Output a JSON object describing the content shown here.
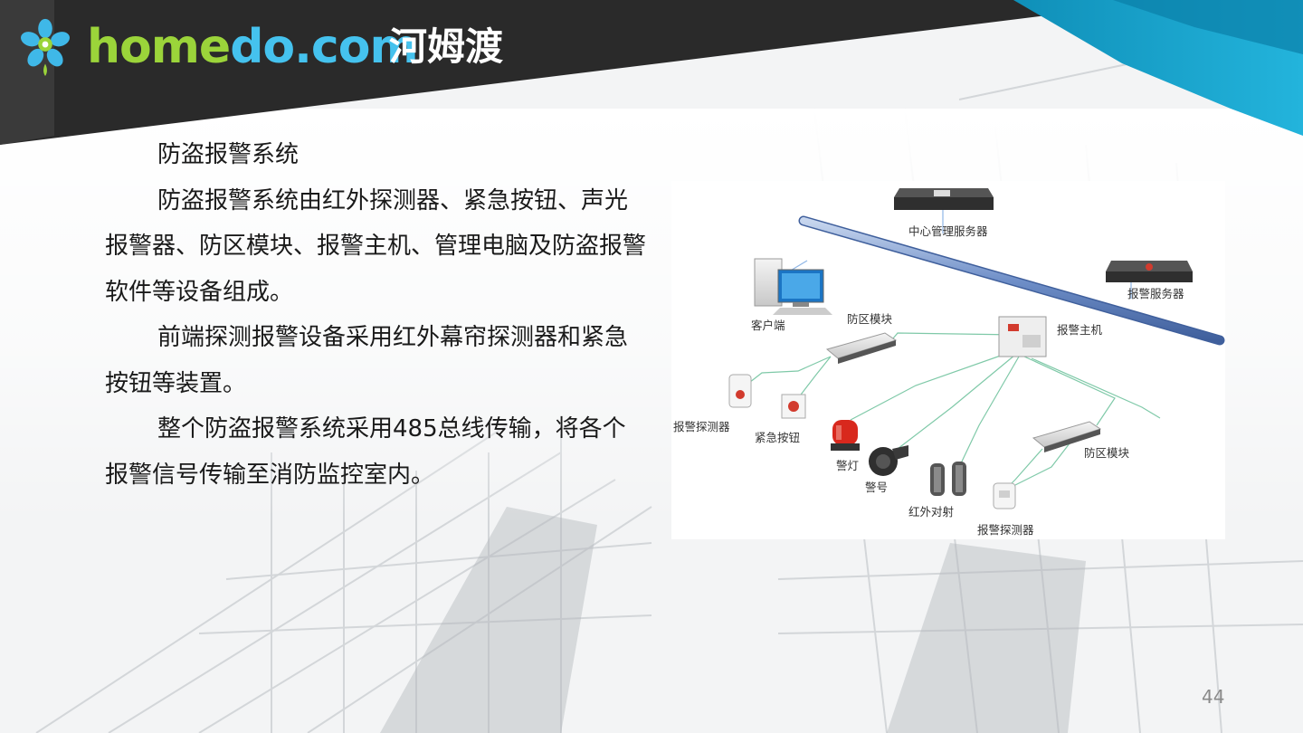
{
  "brand": {
    "wordmark_part1": "home",
    "wordmark_part2": "do.com",
    "cn_name": "河姆渡",
    "colors": {
      "green": "#9bd43a",
      "blue": "#45c2ee",
      "dark": "#2a2a2a",
      "teal": "#1aa6cf"
    }
  },
  "content": {
    "heading": "防盗报警系统",
    "paragraphs": [
      "防盗报警系统由红外探测器、紧急按钮、声光报警器、防区模块、报警主机、管理电脑及防盗报警软件等设备组成。",
      "前端探测报警设备采用红外幕帘探测器和紧急按钮等装置。",
      "整个防盗报警系统采用485总线传输，将各个报警信号传输至消防监控室内。"
    ]
  },
  "diagram": {
    "labels": {
      "center_server": "中心管理服务器",
      "alarm_server": "报警服务器",
      "client": "客户端",
      "zone_module_1": "防区模块",
      "alarm_host": "报警主机",
      "alarm_detector_1": "报警探测器",
      "emergency_button": "紧急按钮",
      "warning_light": "警灯",
      "siren": "警号",
      "infrared_beam": "红外对射",
      "zone_module_2": "防区模块",
      "alarm_detector_2": "报警探测器"
    }
  },
  "footer": {
    "page_number": "44"
  }
}
